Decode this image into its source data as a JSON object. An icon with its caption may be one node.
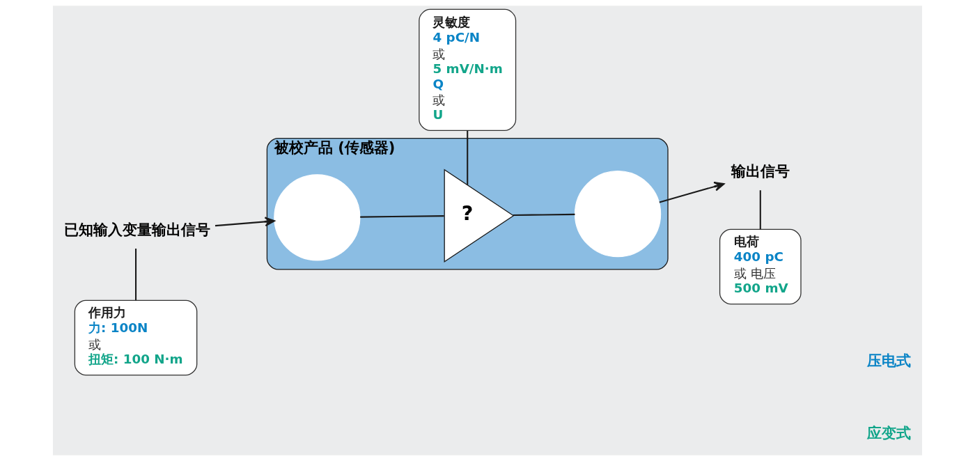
{
  "diagram": {
    "nodes": [
      {
        "text": [
          "已知输入变量输出信号"
        ]
      },
      {
        "text": [
          "被校产品 (传感器)"
        ]
      },
      {
        "text": [],
        "shape": "circle",
        "in": 1
      },
      {
        "text": [
          "?"
        ],
        "in": 1
      },
      {
        "text": [],
        "shape": "circle",
        "in": 1
      },
      {
        "text": [
          "输出信号"
        ]
      },
      {
        "text": [
          "作用力",
          "力: 100N",
          "或",
          "扭矩: 100 N·m"
        ]
      },
      {
        "text": [
          "灵敏度",
          "4 pC/N",
          "或",
          "5 mV/N·m",
          "Q",
          "或",
          "U"
        ]
      },
      {
        "text": [
          "电荷",
          "400 pC",
          "或 电压",
          "500 mV"
        ]
      }
    ],
    "edges": [
      {
        "from": 0,
        "to": 2,
        "arrow": "to"
      },
      {
        "from": 2,
        "to": 3,
        "arrow": "none"
      },
      {
        "from": 3,
        "to": 4,
        "arrow": "none"
      },
      {
        "from": 4,
        "to": 5,
        "arrow": "to"
      },
      {
        "from": 0,
        "to": 6,
        "arrow": "none"
      },
      {
        "from": 3,
        "to": 7,
        "arrow": "none"
      },
      {
        "from": 5,
        "to": 8,
        "arrow": "none"
      }
    ],
    "legend": [
      {
        "text": "压电式",
        "color": "#0a84c6"
      },
      {
        "text": "应变式",
        "color": "#12a58a"
      }
    ]
  }
}
